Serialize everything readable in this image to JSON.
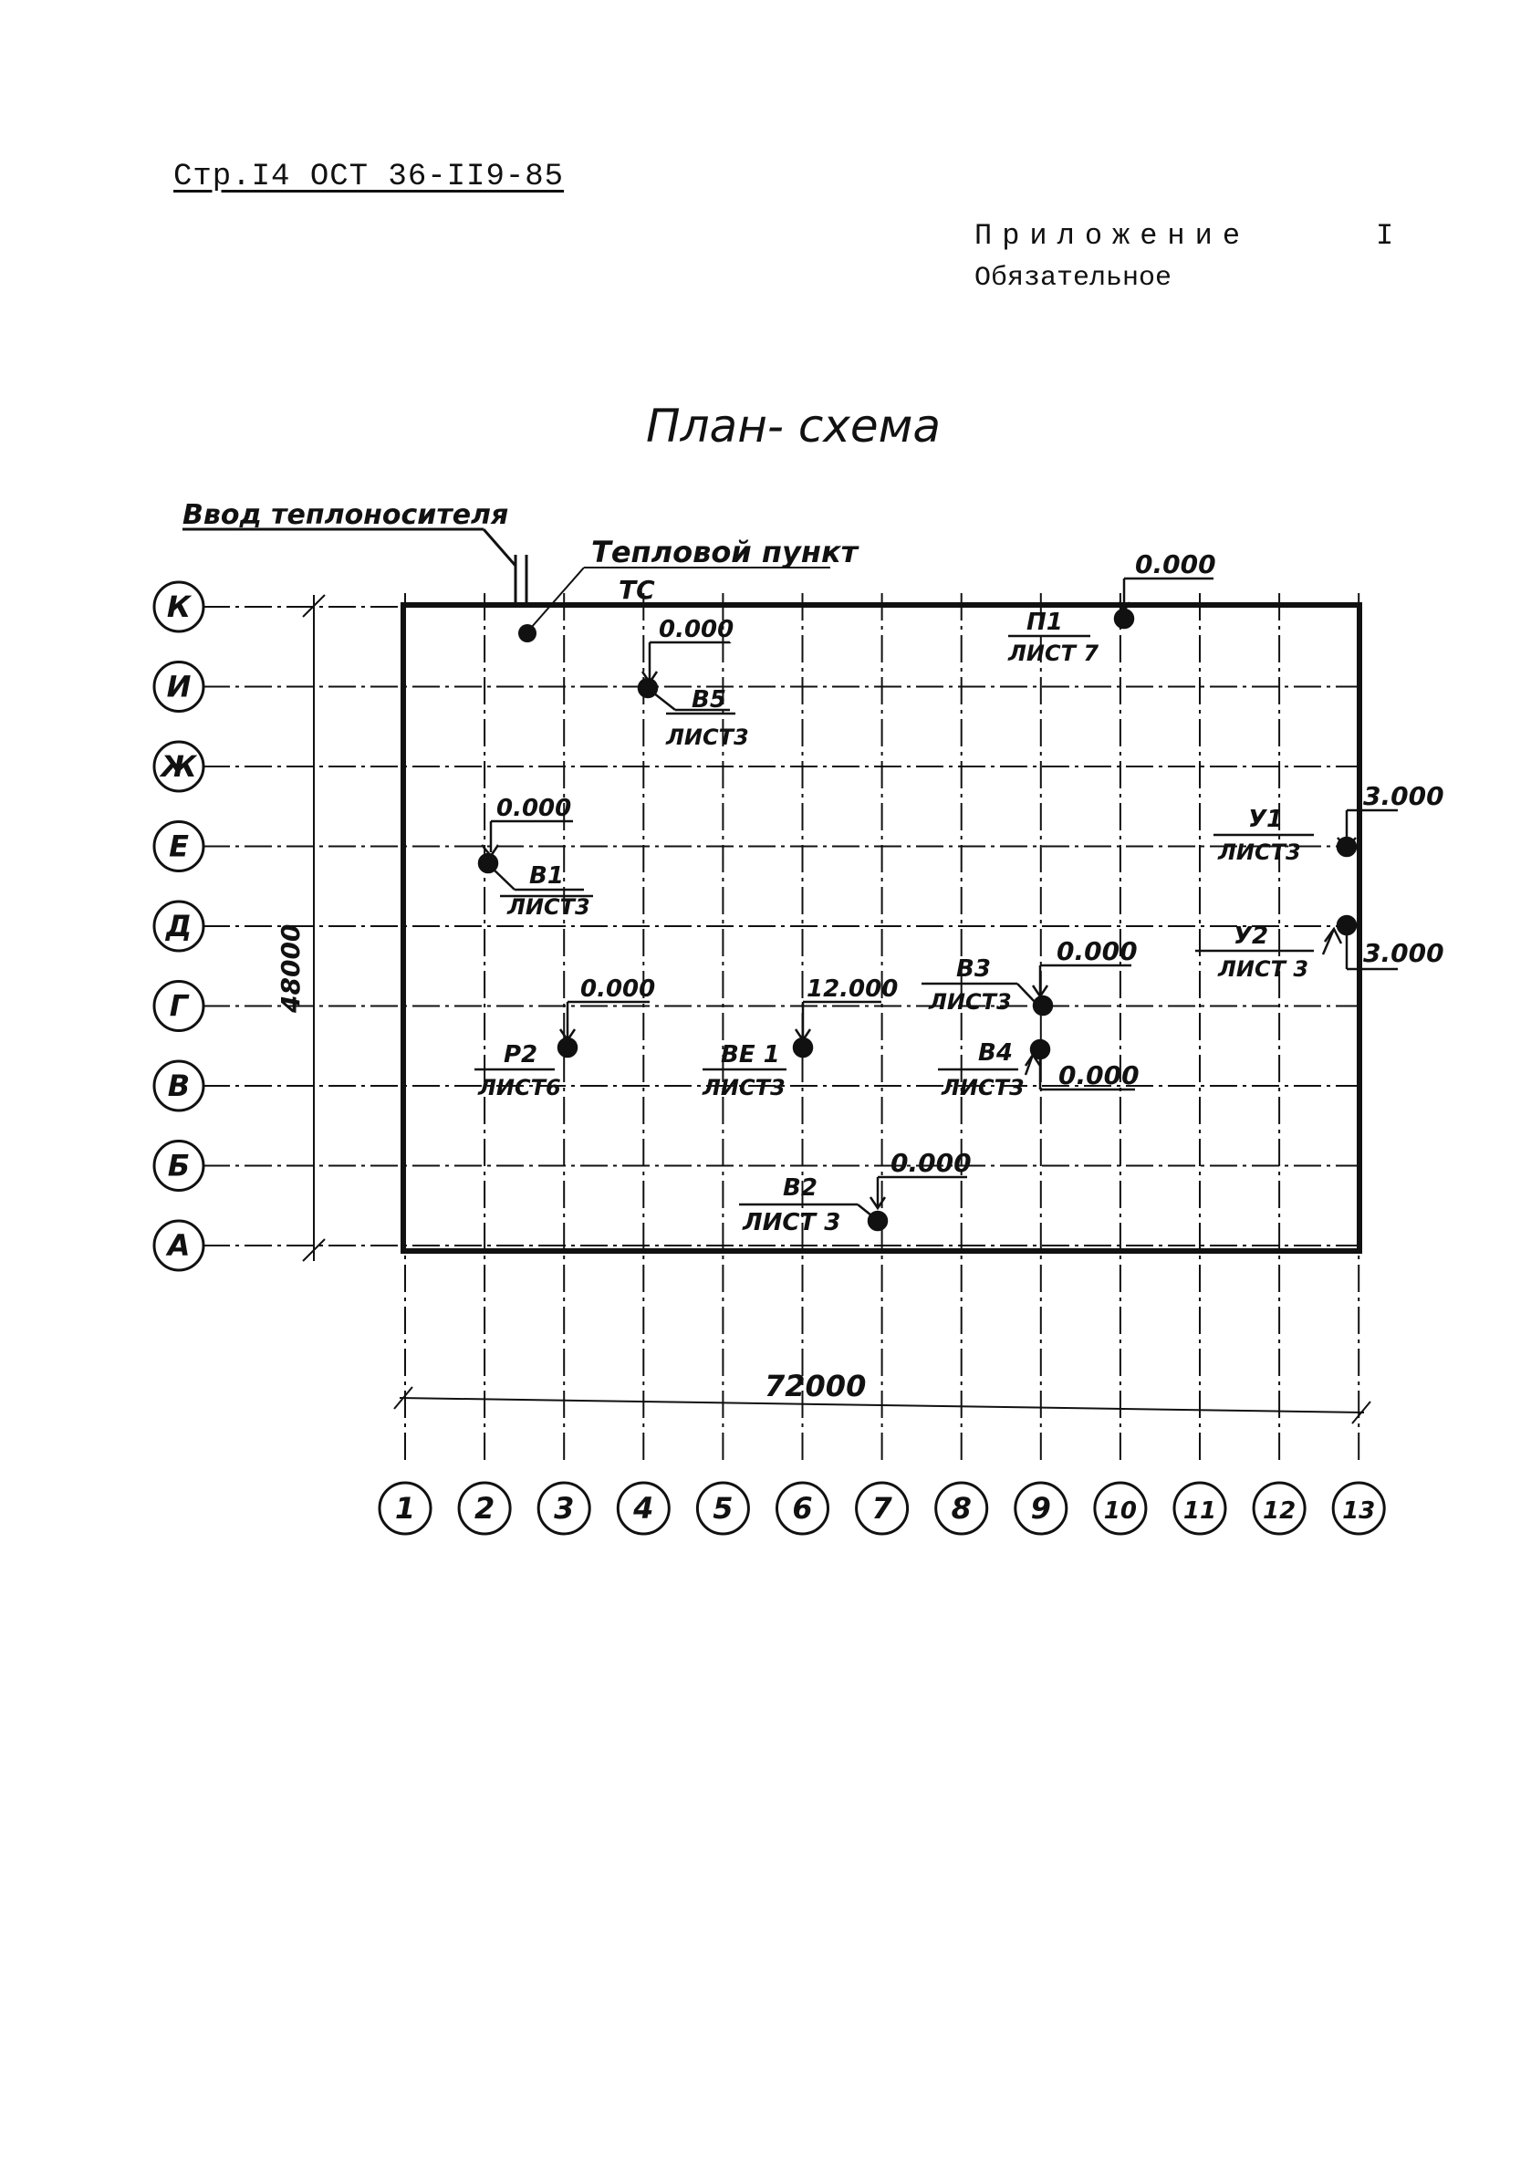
{
  "header": {
    "page_ref": "Стр.I4  ОСТ 36-II9-85",
    "appendix_label": "Приложение",
    "appendix_number": "I",
    "mandatory": "Обязательное"
  },
  "plan": {
    "title": "План- схема",
    "inlet_label": "Ввод теплоносителя",
    "heat_point_label": "Тепловой пункт",
    "heat_point_code": "ТС",
    "height_dim": "48000",
    "width_dim": "72000",
    "row_axes": [
      "К",
      "И",
      "Ж",
      "Е",
      "Д",
      "Г",
      "В",
      "Б",
      "А"
    ],
    "col_axes": [
      "1",
      "2",
      "3",
      "4",
      "5",
      "6",
      "7",
      "8",
      "9",
      "10",
      "11",
      "12",
      "13"
    ],
    "points": {
      "p1": {
        "name": "П1",
        "sheet": "ЛИСТ 7",
        "elevation": "0.000"
      },
      "b5": {
        "name": "В5",
        "sheet": "ЛИСТ3",
        "elevation": "0.000"
      },
      "b1": {
        "name": "В1",
        "sheet": "ЛИСТ3",
        "elevation": "0.000"
      },
      "u1": {
        "name": "У1",
        "sheet": "ЛИСТ3",
        "elevation": "3.000"
      },
      "u2": {
        "name": "У2",
        "sheet": "ЛИСТ 3",
        "elevation": "3.000"
      },
      "b3": {
        "name": "В3",
        "sheet": "ЛИСТ3",
        "elevation": "0.000"
      },
      "r2": {
        "name": "Р2",
        "sheet": "ЛИСТ6",
        "elevation": "0.000"
      },
      "be1": {
        "name": "ВЕ 1",
        "sheet": "ЛИСТ3",
        "elevation": "12.000"
      },
      "b4": {
        "name": "В4",
        "sheet": "ЛИСТ3",
        "elevation": "0.000"
      },
      "b2": {
        "name": "В2",
        "sheet": "ЛИСТ 3",
        "elevation": "0.000"
      }
    }
  }
}
